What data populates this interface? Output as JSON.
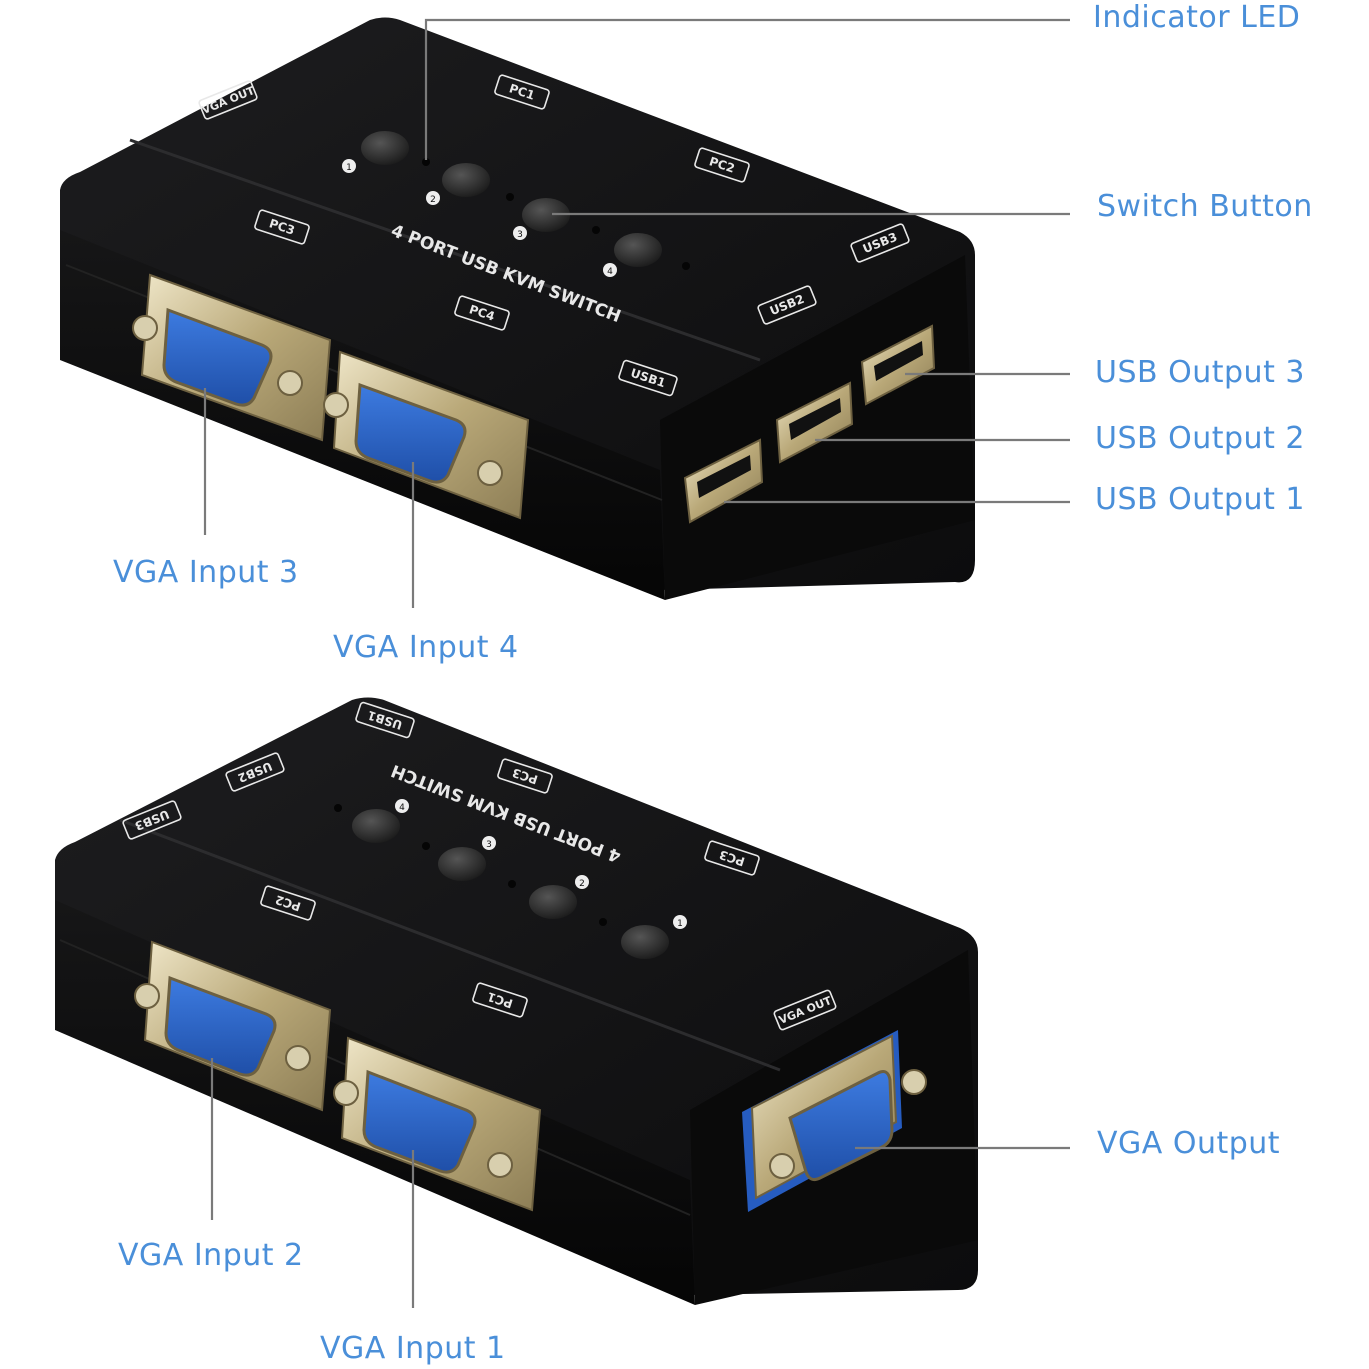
{
  "callouts": {
    "indicator_led": "Indicator LED",
    "switch_button": "Switch Button",
    "usb_output_3": "USB Output 3",
    "usb_output_2": "USB Output 2",
    "usb_output_1": "USB Output 1",
    "vga_input_3": "VGA Input 3",
    "vga_input_4": "VGA Input 4",
    "vga_output": "VGA Output",
    "vga_input_2": "VGA Input 2",
    "vga_input_1": "VGA Input 1"
  },
  "device_top": {
    "model_text": "4 PORT USB KVM SWITCH",
    "port_tags": [
      "VGA OUT",
      "PC1",
      "PC2",
      "PC3",
      "PC4",
      "USB1",
      "USB2",
      "USB3"
    ],
    "button_numbers": [
      "1",
      "2",
      "3",
      "4"
    ]
  },
  "device_bottom": {
    "model_text": "4 PORT USB KVM SWITCH",
    "port_tags": [
      "USB1",
      "USB2",
      "USB3",
      "PC1",
      "PC2",
      "PC3",
      "VGA OUT"
    ],
    "button_numbers": [
      "1",
      "2",
      "3",
      "4"
    ]
  },
  "colors": {
    "callout_text": "#4a8fd9",
    "leader_line": "#7a7a7a",
    "enclosure": "#111111",
    "vga_connector": "#2a62c9",
    "connector_metal": "#c9b98f"
  }
}
